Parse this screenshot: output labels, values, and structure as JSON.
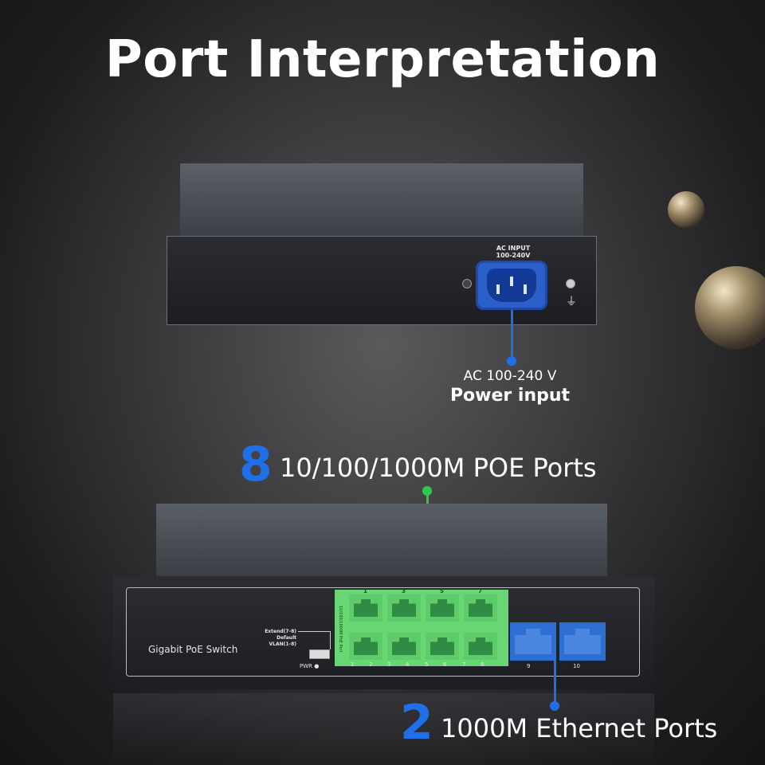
{
  "title": "Port Interpretation",
  "rear": {
    "ac_label_line1": "AC INPUT",
    "ac_label_line2": "100-240V"
  },
  "power": {
    "sub": "AC 100-240 V",
    "main": "Power input"
  },
  "poe_callout": {
    "count": "8",
    "text": "10/100/1000M POE Ports"
  },
  "front": {
    "brand": "Gigabit PoE Switch",
    "switch_labels": [
      "Extend(7-8)",
      "Default",
      "VLAN(1-8)"
    ],
    "pwr": "PWR",
    "poe_vertical": "10/100/1000M PoE Port",
    "poe_top_labels": [
      "1",
      "3",
      "5",
      "7"
    ],
    "poe_bottom_labels": [
      "1",
      "2",
      "3",
      "4",
      "5",
      "6",
      "7",
      "8"
    ],
    "uplink_labels": [
      "9",
      "10"
    ]
  },
  "eth_callout": {
    "count": "2",
    "text": "1000M Ethernet Ports"
  },
  "colors": {
    "poe_green": "#67d673",
    "uplink_blue": "#2d6fd2",
    "accent_blue": "#1f6fe8",
    "lead_green": "#2ec84a"
  }
}
